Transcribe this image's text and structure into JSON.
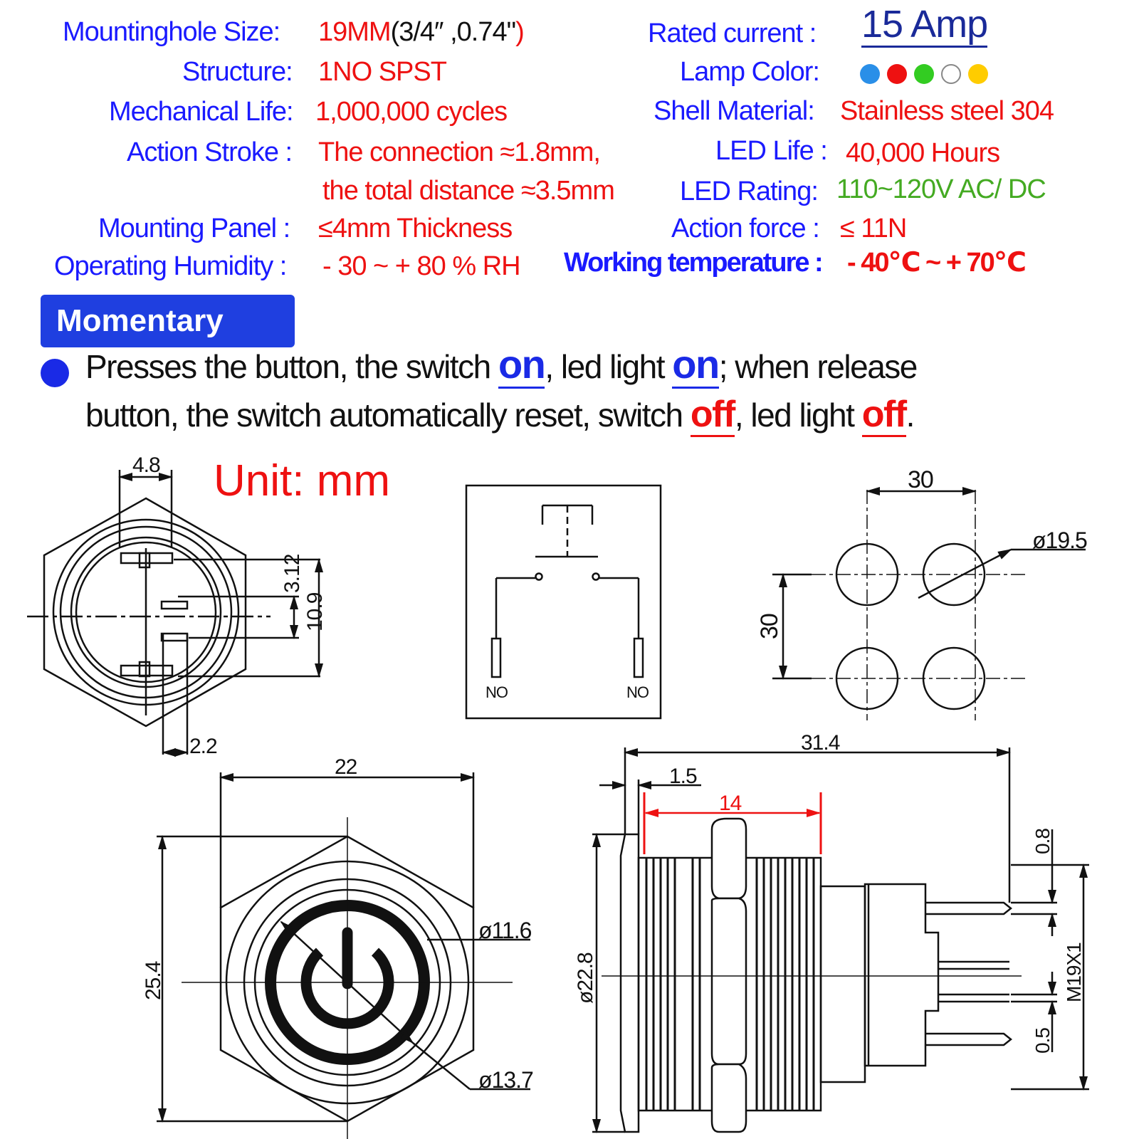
{
  "specs_left": [
    {
      "label": "Mountinghole  Size:",
      "value_red": "19MM",
      "value_black": "(3/4″  ,0.74\"",
      "value_red2": ")"
    },
    {
      "label": "Structure:",
      "value": "1NO  SPST"
    },
    {
      "label": "Mechanical Life:",
      "value": "1,000,000 cycles"
    },
    {
      "label": "Action Stroke :",
      "value": "The connection ≈1.8mm,",
      "value2": "the total distance ≈3.5mm"
    },
    {
      "label": "Mounting Panel  :",
      "value": "≤4mm  Thickness"
    },
    {
      "label": "Operating Humidity :",
      "value": "- 30 ~ + 80 % RH"
    }
  ],
  "specs_right": [
    {
      "label": "Rated  current :",
      "value": "15 Amp"
    },
    {
      "label": "Lamp Color:"
    },
    {
      "label": "Shell Material:",
      "value": "Stainless steel 304"
    },
    {
      "label": "LED Life :",
      "value": "40,000 Hours"
    },
    {
      "label": "LED  Rating:",
      "value": "110~120V  AC/ DC"
    },
    {
      "label": "Action force :",
      "value": "≤ 11N"
    },
    {
      "label": "Working temperature :",
      "value": "- 40℃ ~ + 70℃"
    }
  ],
  "lamp_colors": [
    "#2a8fe8",
    "#ee1111",
    "#33cc22",
    "#ffffff",
    "#ffcc00"
  ],
  "mode_badge": "Momentary",
  "description": {
    "line1_a": "Presses the button, the switch ",
    "on1": "on",
    "line1_b": ", led light ",
    "on2": "on",
    "line1_c": "; when release",
    "line2_a": "button, the switch  automatically reset, switch ",
    "off1": "off",
    "line2_b": ", led light ",
    "off2": "off",
    "line2_c": "."
  },
  "unit_label": "Unit: mm",
  "dimensions": {
    "rear_w": "4.8",
    "rear_pin": "3.12",
    "rear_h": "10.9",
    "rear_pin_w": "2.2",
    "circuit_no_left": "NO",
    "circuit_no_right": "NO",
    "hole_pitch_x": "30",
    "hole_pitch_y": "30",
    "hole_dia": "ø19.5",
    "front_w": "22",
    "front_h": "25.4",
    "front_inner": "ø11.6",
    "front_outer": "ø13.7",
    "side_len": "31.4",
    "side_flange": "1.5",
    "side_thread_len": "14",
    "side_head_dia": "ø22.8",
    "side_pin_top": "0.8",
    "side_pin_bottom": "0.5",
    "side_thread": "M19X1"
  }
}
